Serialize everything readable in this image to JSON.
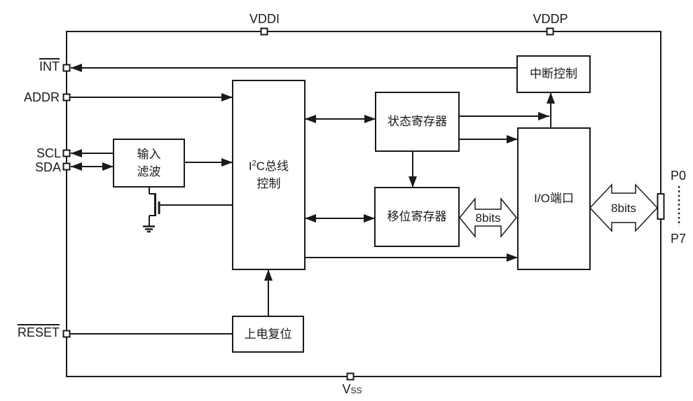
{
  "colors": {
    "line": "#1a1a1a",
    "background": "#ffffff"
  },
  "pins": {
    "vddi": "VDDI",
    "vddp": "VDDP",
    "int": "INT",
    "addr": "ADDR",
    "scl": "SCL",
    "sda": "SDA",
    "reset": "RESET",
    "vss_main": "V",
    "vss_sub": "SS",
    "p_first": "P0",
    "p_last": "P7"
  },
  "blocks": {
    "input_filter": {
      "line1": "输入",
      "line2": "滤波"
    },
    "i2c_control": {
      "pre_sup": "I",
      "sup": "2",
      "post_sup": "C总线",
      "line2": "控制"
    },
    "status_register": {
      "label": "状态寄存器"
    },
    "shift_register": {
      "label": "移位寄存器"
    },
    "interrupt_control": {
      "label": "中断控制"
    },
    "io_port": {
      "label": "I/O端口"
    },
    "power_on_reset": {
      "label": "上电复位"
    }
  },
  "buses": {
    "shift_to_io": "8bits",
    "io_to_pins": "8bits"
  }
}
